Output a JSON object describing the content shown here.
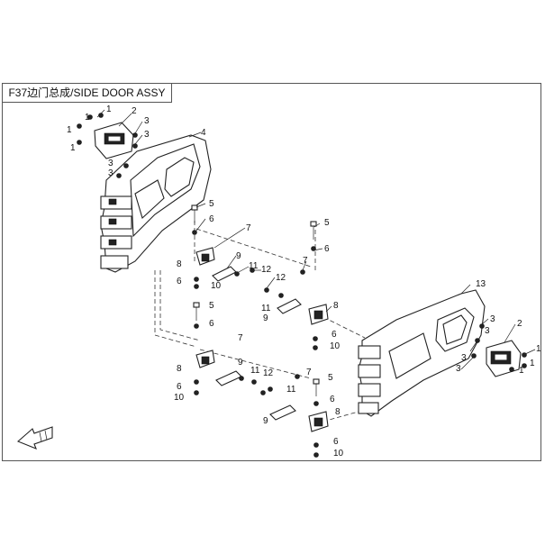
{
  "title": "F37边门总成/SIDE DOOR ASSY",
  "callouts": [
    "1",
    "2",
    "3",
    "4",
    "5",
    "6",
    "7",
    "8",
    "9",
    "10",
    "11",
    "12",
    "13"
  ],
  "arrow_icon": "direction-arrow-icon"
}
